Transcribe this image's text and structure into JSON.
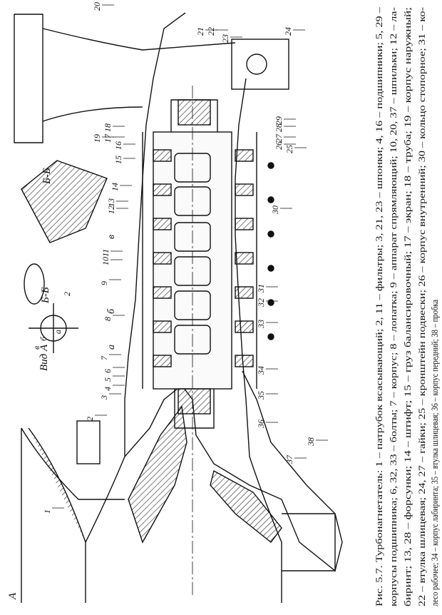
{
  "figure": {
    "caption_lines": [
      "Рис. 5.7. Турбонагнетатель: 1 – патрубок всасывающий; 2, 11 – фильтры; 3, 21, 23 – шпонки; 4, 16 – подшипники; 5, 29 –",
      "корпусы подшипника; 6, 32, 33 – болты; 7 – корпус; 8 – лопатка; 9 – аппарат спрямляющий; 10, 20, 37 – шпильки; 12 – ла-",
      "биринт;  13, 28 – форсунки;  14 – штифт;  15 – груз  балансировочный;  17 – экран;  18 – труба;  19 – корпус наружный;",
      "22 – втулка шлицевая;  24, 27 – гайки;  25 – кронштейн подвески;  26 – корпус внутренний;  30 – кольцо стопорное;  31 – ко-",
      "лесо рабочее; 34 – корпус лабиринта; 35 – втулка шлицевая; 36 – корпус передний; 38 – пробка"
    ],
    "callout_labels": [
      "1",
      "2",
      "3",
      "4",
      "5",
      "6",
      "7",
      "8",
      "9",
      "10",
      "11",
      "12",
      "13",
      "14",
      "15",
      "16",
      "17",
      "18",
      "19",
      "20",
      "21",
      "22",
      "23",
      "24",
      "25",
      "26",
      "27",
      "28",
      "29",
      "30",
      "31",
      "32",
      "33",
      "34",
      "35",
      "36",
      "37",
      "38"
    ],
    "view_labels": {
      "section_bb": "Б-Б",
      "section_bb_small": "Б-Б",
      "view_a": "Вид А",
      "section_a": "А",
      "letter_a": "а",
      "letter_b": "б",
      "letter_v": "в",
      "view_a_marks": [
        "в",
        "б",
        "а",
        "2"
      ]
    }
  }
}
